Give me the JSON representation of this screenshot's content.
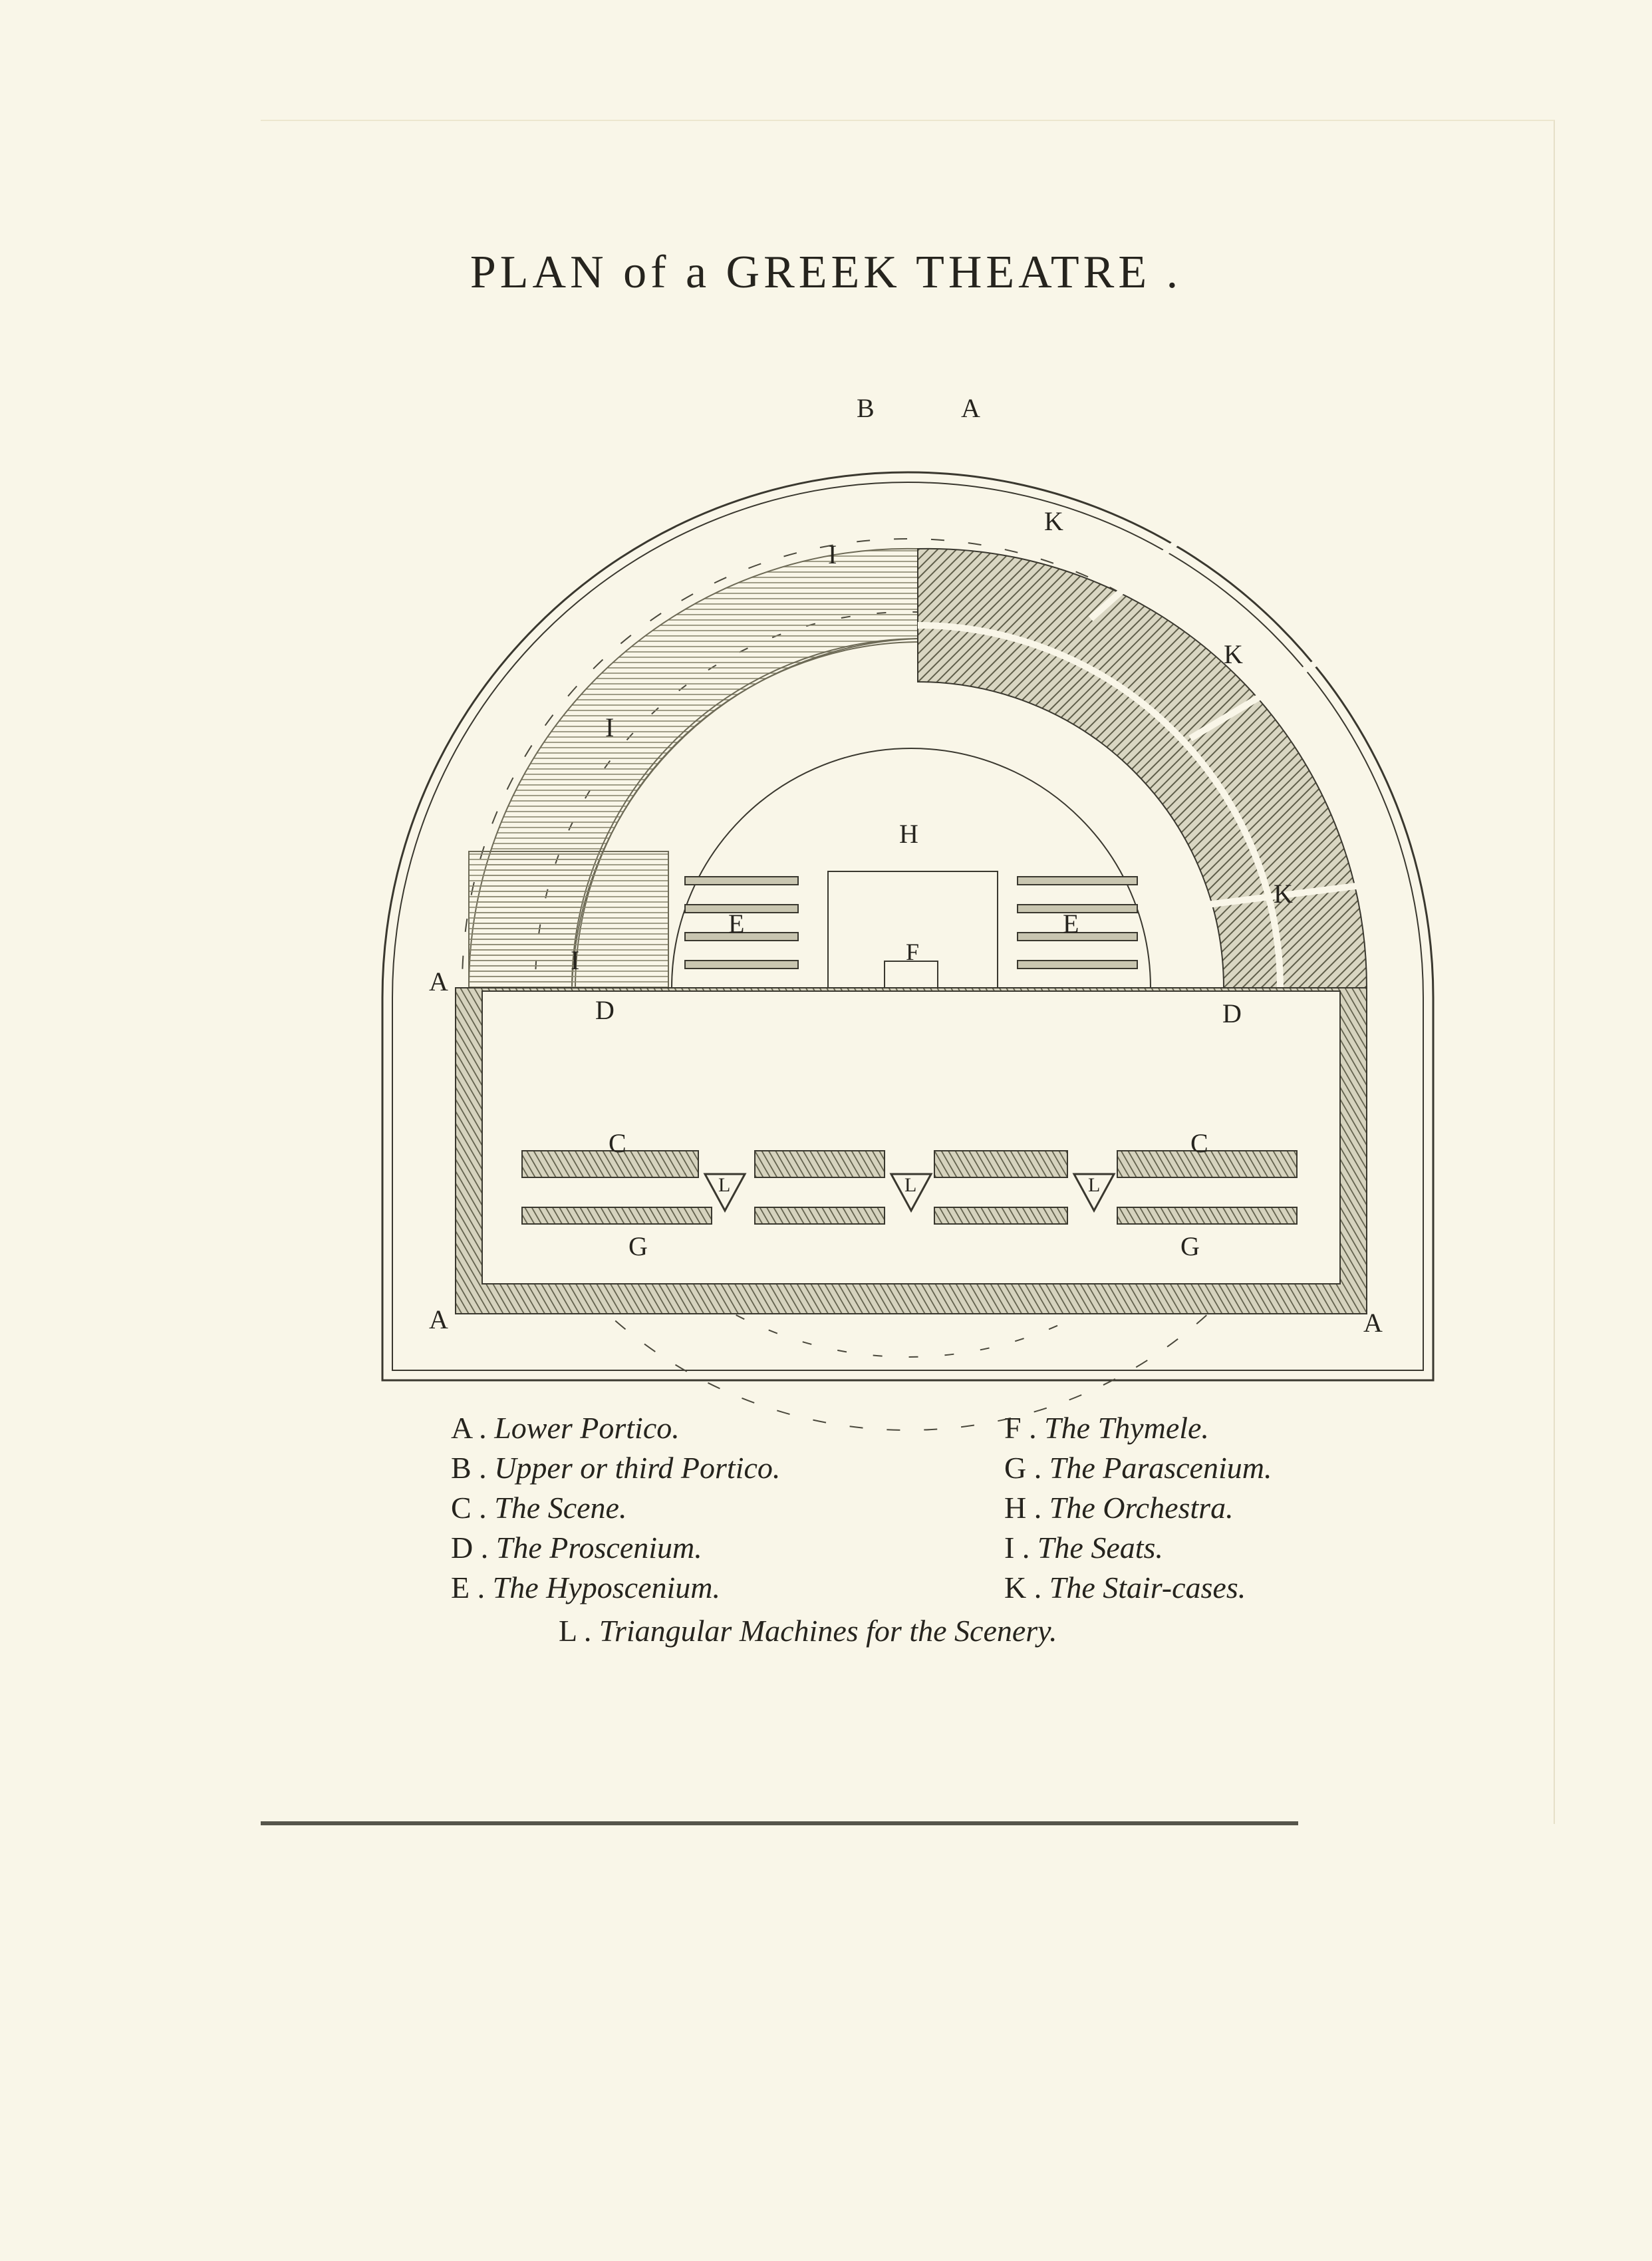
{
  "title": "PLAN of a GREEK THEATRE .",
  "plan_labels": {
    "A": "A",
    "B": "B",
    "C": "C",
    "D": "D",
    "E": "E",
    "F": "F",
    "G": "G",
    "H": "H",
    "I": "I",
    "K": "K",
    "L": "L"
  },
  "legend": [
    {
      "key": "A .",
      "text": "Lower Portico."
    },
    {
      "key": "B .",
      "text": "Upper or third Portico."
    },
    {
      "key": "C .",
      "text": "The Scene."
    },
    {
      "key": "D .",
      "text": "The Proscenium."
    },
    {
      "key": "E .",
      "text": "The Hyposcenium."
    },
    {
      "key": "F .",
      "text": "The Thymele."
    },
    {
      "key": "G .",
      "text": "The Parascenium."
    },
    {
      "key": "H .",
      "text": "The Orchestra."
    },
    {
      "key": "I .",
      "text": "The Seats."
    },
    {
      "key": "K .",
      "text": "The Stair-cases."
    },
    {
      "key": "L .",
      "text": "Triangular Machines for the Scenery."
    }
  ],
  "colors": {
    "paper": "#f9f6e8",
    "ink": "#2a2822",
    "hatch": "#6b6a55",
    "seat_line": "#8a8770"
  }
}
